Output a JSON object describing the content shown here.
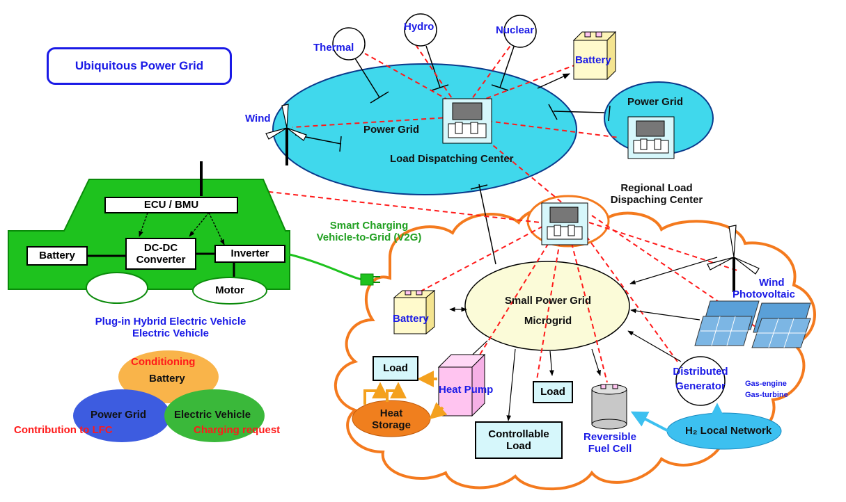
{
  "title": "Ubiquitous Power Grid",
  "generation": {
    "thermal": "Thermal",
    "hydro": "Hydro",
    "nuclear": "Nuclear",
    "battery": "Battery",
    "wind": "Wind"
  },
  "main_grid": {
    "label": "Power Grid",
    "center": "Load Dispatching Center"
  },
  "side_grid": {
    "label": "Power Grid"
  },
  "regional": {
    "line1": "Regional Load",
    "line2": "Dispaching Center"
  },
  "vehicle": {
    "ecu": "ECU / BMU",
    "battery": "Battery",
    "dcdc1": "DC-DC",
    "dcdc2": "Converter",
    "inverter": "Inverter",
    "motor": "Motor",
    "caption1": "Plug-in Hybrid Electric Vehicle",
    "caption2": "Electric Vehicle"
  },
  "charging": {
    "line1": "Smart Charging",
    "line2": "Vehicle-to-Grid (V2G)"
  },
  "microgrid": {
    "line1": "Small Power Grid",
    "line2": "Microgrid",
    "battery": "Battery",
    "wind": "Wind",
    "photovoltaic": "Photovoltaic",
    "load1": "Load",
    "heat_pump": "Heat Pump",
    "load2": "Load",
    "heat_storage1": "Heat",
    "heat_storage2": "Storage",
    "controllable1": "Controllable",
    "controllable2": "Load",
    "fuel_cell1": "Reversible",
    "fuel_cell2": "Fuel Cell",
    "distributed1": "Distributed",
    "distributed2": "Generator",
    "gas_engine": "Gas-engine",
    "gas_turbine": "Gas-turbine",
    "h2_network": "H₂ Local Network"
  },
  "venn": {
    "top_red": "Conditioning",
    "top": "Battery",
    "left": "Power Grid",
    "right": "Electric Vehicle",
    "left_red": "Contribution to LFC",
    "right_red": "Charging request"
  },
  "colors": {
    "grid_fill": "#40d8ec",
    "grid_fill_light": "#7fe6f2",
    "microgrid_fill": "#fbfbd8",
    "cloud_stroke": "#f47a1e",
    "vehicle_fill": "#1ec21e",
    "text_blue": "#1a1ae6",
    "link_red": "#ff1a1a",
    "h2_fill": "#3cc0f0",
    "heat_fill": "#f07f1e",
    "heat_pump_fill": "#ffc4f0",
    "venn_orange": "#f9b44a",
    "venn_blue": "#3d5ce0",
    "venn_green": "#3ab83a"
  }
}
